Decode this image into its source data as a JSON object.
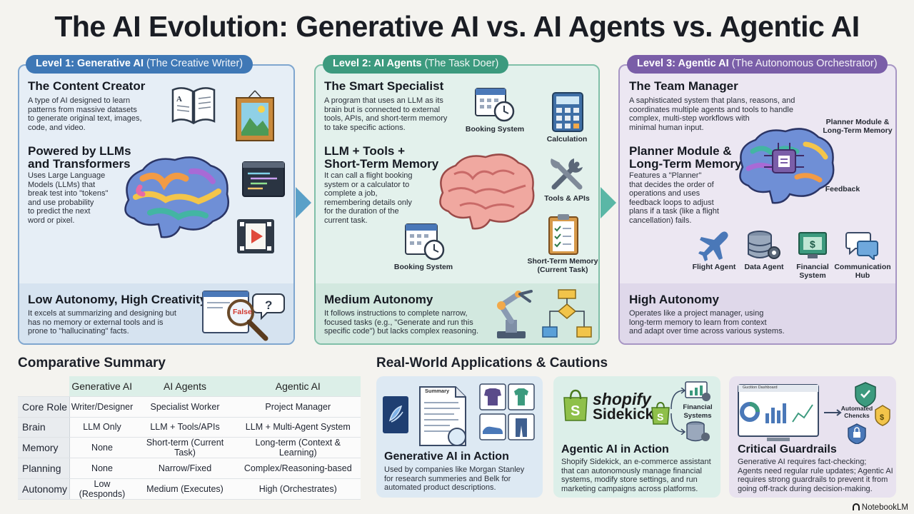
{
  "title": "The AI Evolution: Generative AI vs. AI Agents vs. Agentic AI",
  "levels": [
    {
      "tab_bold": "Level 1: Generative AI",
      "tab_sub": "(The Creative Writer)",
      "h1": "The Content Creator",
      "b1": [
        "A type of AI designed to learn",
        "patterns from massive datasets",
        "to generate original text, images,",
        "code, and video."
      ],
      "h2": [
        "Powered by LLMs",
        "and Transformers"
      ],
      "b2": [
        "Uses Large Language",
        "Models (LLMs) that",
        "break test into \"tokens\"",
        "and use probability",
        "to predict the next",
        "word or pixel."
      ],
      "h3": "Low Autonomy, High Creativity",
      "b3": [
        "It excels at summarizing and designing but",
        "has no memory or external tools and is",
        "prone to \"hallucinating\" facts."
      ],
      "false_label": "False"
    },
    {
      "tab_bold": "Level 2: AI Agents",
      "tab_sub": "(The Task Doer)",
      "h1": "The Smart Specialist",
      "b1": [
        "A program that uses an LLM as its",
        "brain but is connected to external",
        "tools, APIs, and short-term memory",
        "to take specific actions."
      ],
      "h2": [
        "LLM + Tools +",
        "Short-Term Memory"
      ],
      "b2": [
        "It can call a flight booking",
        "system or a calculator to",
        "complete a job,",
        "remembering details only",
        "for the duration of the",
        "current task."
      ],
      "h3": "Medium Autonomy",
      "b3": [
        "It follows instructions to complete narrow,",
        "focused tasks (e.g., \"Generate and run this",
        "specific code\") but lacks complex reasoning."
      ],
      "labels": {
        "booking_top": "Booking System",
        "calc": "Calculation",
        "tools": "Tools & APIs",
        "booking_bottom": "Booking System",
        "stm": [
          "Short-Term Memory",
          "(Current Task)"
        ]
      }
    },
    {
      "tab_bold": "Level 3: Agentic AI",
      "tab_sub": "(The Autonomous Orchestrator)",
      "h1": "The Team Manager",
      "b1": [
        "A saphisticated system that plans, reasons, and",
        "coordinates multiple agents and tools to handle",
        "complex, multi-step workflows with",
        "minimal human input."
      ],
      "h2": [
        "Planner Module &",
        "Long-Term Memory"
      ],
      "b2": [
        "Features a \"Planner\"",
        "that decides the order of",
        "operations and uses",
        "feedback loops to adjust",
        "plans if a task (like a flight",
        "cancellation) fails."
      ],
      "h3": "High Autonomy",
      "b3": [
        "Operates like a project manager, using",
        "long-term memory to learn from context",
        "and adapt over time across various systems."
      ],
      "labels": {
        "planner": [
          "Planner Module &",
          "Long-Term Memory"
        ],
        "feedback": "Feedback",
        "flight": "Flight Agent",
        "data": "Data Agent",
        "financial": [
          "Financial",
          "System"
        ],
        "comm": [
          "Communication",
          "Hub"
        ]
      }
    }
  ],
  "summary": {
    "title": "Comparative Summary",
    "headers": [
      "Generative AI",
      "AI Agents",
      "Agentic AI"
    ],
    "rows": [
      [
        "Core Role",
        "Writer/Designer",
        "Specialist Worker",
        "Project Manager"
      ],
      [
        "Brain",
        "LLM Only",
        "LLM + Tools/APIs",
        "LLM + Multi-Agent System"
      ],
      [
        "Memory",
        "None",
        "Short-term (Current Task)",
        "Long-term (Context & Learning)"
      ],
      [
        "Planning",
        "None",
        "Narrow/Fixed",
        "Complex/Reasoning-based"
      ],
      [
        "Autonomy",
        "Low (Responds)",
        "Medium (Executes)",
        "High (Orchestrates)"
      ]
    ]
  },
  "applications": {
    "title": "Real-World Applications & Cautions",
    "cards": [
      {
        "h": "Generative AI in Action",
        "b": [
          "Used by companies like Morgan Stanley",
          "for research summeries and Belk for",
          "automated product descriptions."
        ],
        "doc_label": "Summary"
      },
      {
        "h": "Agentic AI in Action",
        "b": [
          "Shopify Sidekick, an e-commerce assistant",
          "that can autonomously manage financial",
          "systems, modify store settings, and run",
          "marketing campaigns across platforms."
        ],
        "logo1": "shopify",
        "logo2": "Sidekick",
        "fin": [
          "Financial",
          "Systems"
        ]
      },
      {
        "h": "Critical Guardrails",
        "b": [
          "Generative AI requires fact-checking;",
          "Agents need regular rule updates; Agentic AI",
          "requires strong guardrails to prevent it from",
          "going off-track during decision-making."
        ],
        "dash": "Gucition Dashboard",
        "auto": [
          "Automated",
          "Chencks"
        ]
      }
    ]
  },
  "brand": "NotebookLM",
  "colors": {
    "level1": "#3f78b6",
    "level2": "#3c9a7e",
    "level3": "#7a5ea8"
  }
}
